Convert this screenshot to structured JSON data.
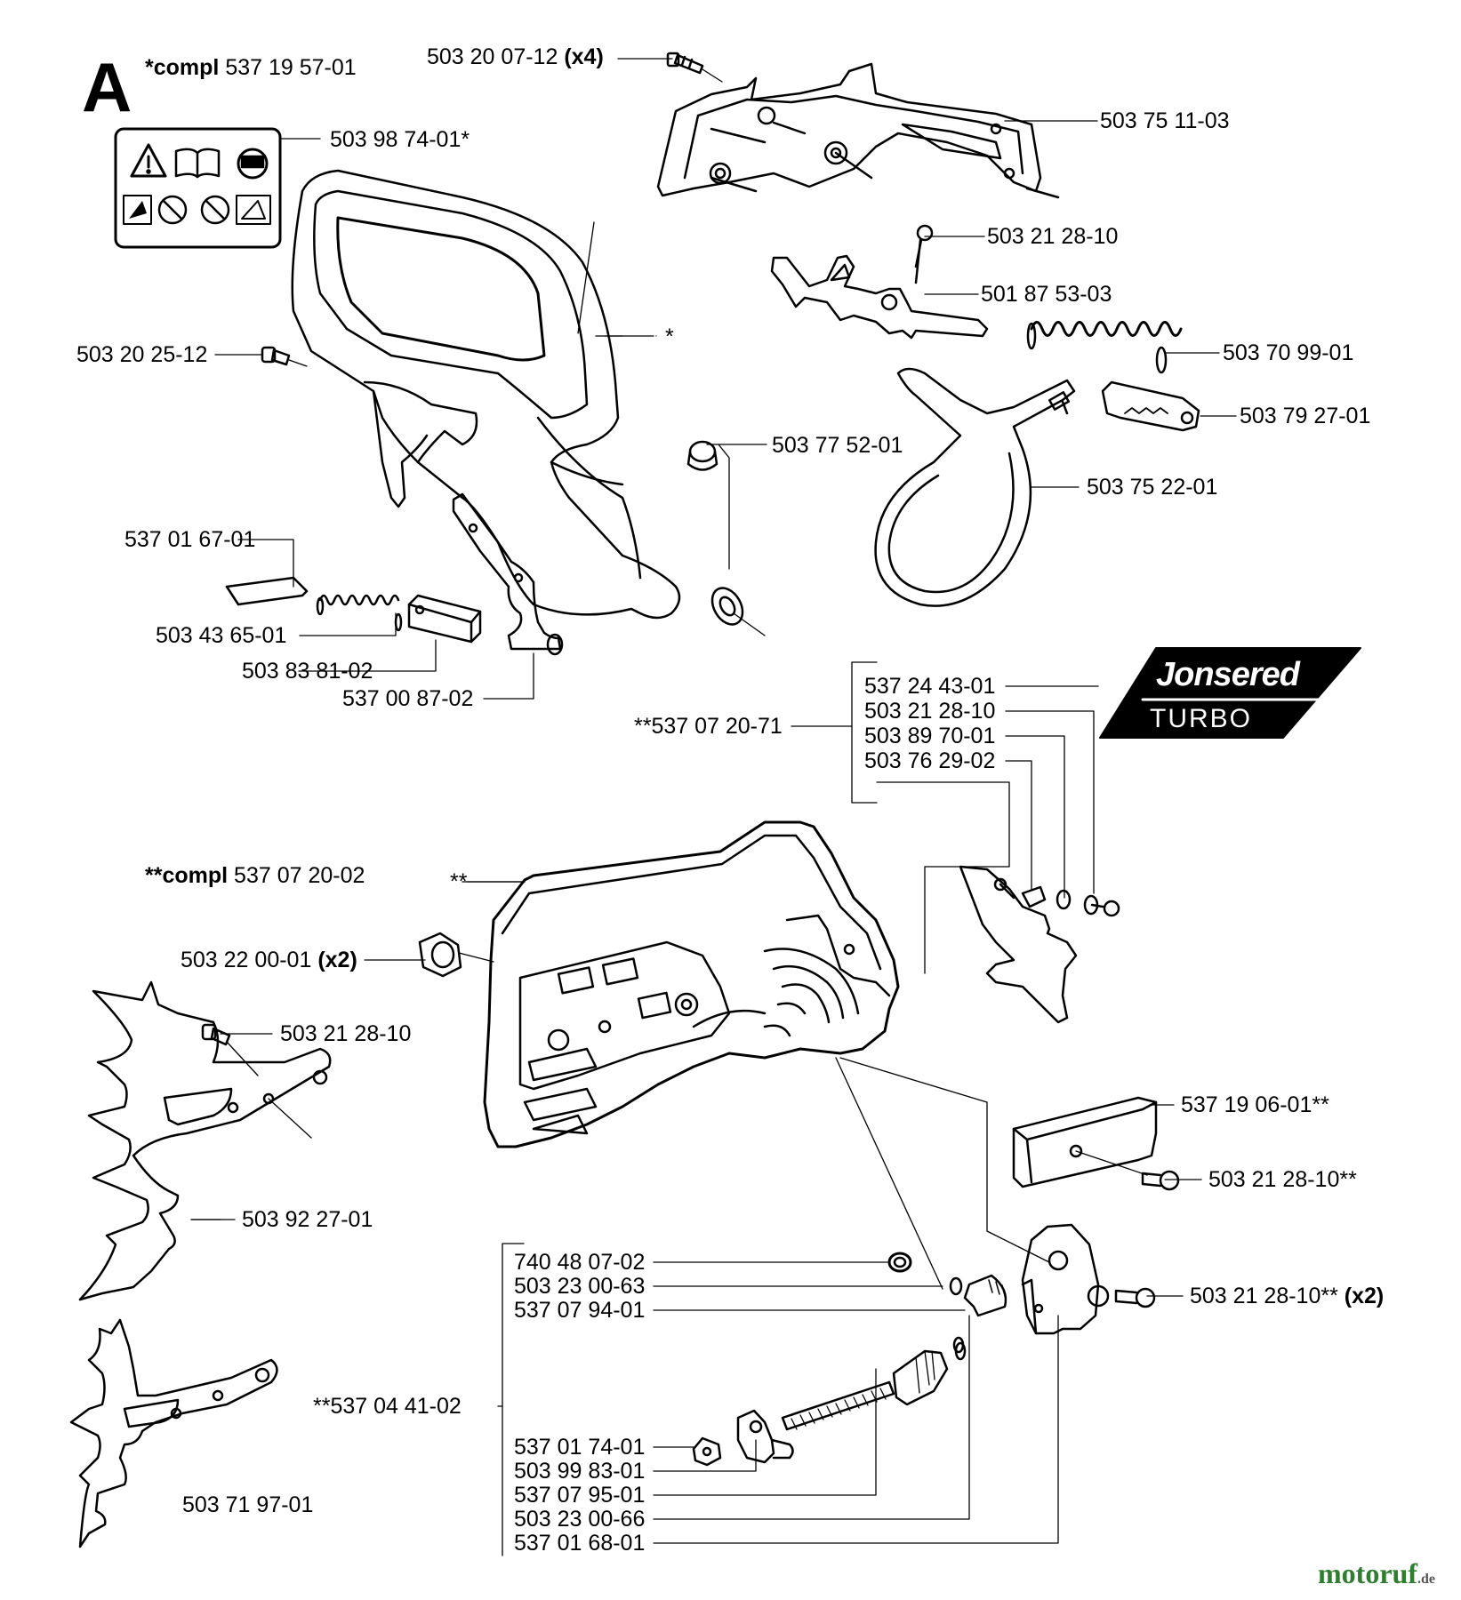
{
  "section_letter": "A",
  "assembly_main": {
    "prefix": "*compl",
    "number": "537 19 57-01"
  },
  "assembly_cover": {
    "prefix": "**compl",
    "number": "537 07 20-02"
  },
  "logo": {
    "brand": "Jonsered",
    "model": "TURBO"
  },
  "watermark": {
    "name": "motoruf",
    "tld": ".de"
  },
  "asterisk_marks": [
    "*",
    "**"
  ],
  "labels": {
    "screw_top": {
      "number": "503 20 07-12",
      "qty": "(x4)"
    },
    "guard_plate": "503 75 11-03",
    "decal": "503 98 74-01*",
    "screw_brake": "503 21 28-10",
    "brake_lever": "501 87 53-03",
    "spring_brake": "503 70 99-01",
    "brake_part": "503 79 27-01",
    "screw_handle": "503 20 25-12",
    "bushing": "503 77 52-01",
    "brake_band": "503 75 22-01",
    "pin_1": "537 01 67-01",
    "spring_small": "503 43 65-01",
    "block": "503 83 81-02",
    "lever_small": "537 00 87-02",
    "kit_sticker": "537 24 43-01",
    "kit_screw": "503 21 28-10",
    "kit_washer": "503 89 70-01",
    "kit_spacer": "503 76 29-02",
    "kit_number": "**537 07 20-71",
    "nut": {
      "number": "503 22 00-01",
      "qty": "(x2)"
    },
    "screw_spike": "503 21 28-10",
    "spike_large": "503 92 27-01",
    "spike_small": "503 71 97-01",
    "catcher": "537 19 06-01**",
    "screw_catcher": "503 21 28-10**",
    "screw_plate": {
      "number": "503 21 28-10**",
      "qty": "(x2)"
    },
    "tens_1": "740 48 07-02",
    "tens_2": "503 23 00-63",
    "tens_3": "537 07 94-01",
    "tens_kit": "**537 04 41-02",
    "tens_4": "537 01 74-01",
    "tens_5": "503 99 83-01",
    "tens_6": "537 07 95-01",
    "tens_7": "503 23 00-66",
    "tens_8": "537 01 68-01"
  }
}
